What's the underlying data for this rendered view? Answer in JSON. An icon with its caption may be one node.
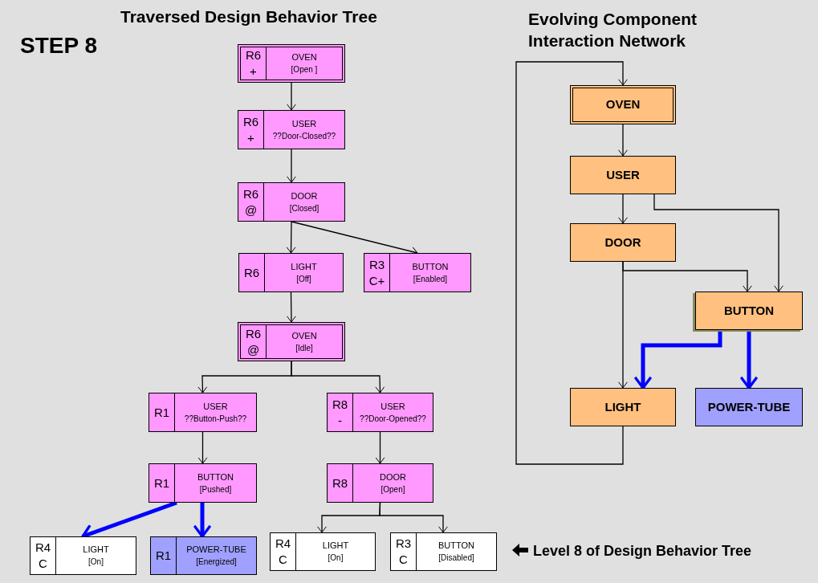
{
  "diagram": {
    "nodes": [
      {
        "text": [
          "R6 +",
          "OVEN",
          "[Open ]"
        ]
      },
      {
        "text": [
          "R6 +",
          "USER",
          "??Door-Closed??"
        ]
      },
      {
        "text": [
          "R6 @",
          "DOOR",
          "[Closed]"
        ]
      },
      {
        "text": [
          "R6",
          "LIGHT",
          "[Off]"
        ]
      },
      {
        "text": [
          "R3 C+",
          "BUTTON",
          "[Enabled]"
        ]
      },
      {
        "text": [
          "R6 @",
          "OVEN",
          "[Idle]"
        ]
      },
      {
        "text": [
          "R1",
          "USER",
          "??Button-Push??"
        ]
      },
      {
        "text": [
          "R8 -",
          "USER",
          "??Door-Opened??"
        ]
      },
      {
        "text": [
          "R1",
          "BUTTON",
          "[Pushed]"
        ]
      },
      {
        "text": [
          "R8",
          "DOOR",
          "[Open]"
        ]
      },
      {
        "text": [
          "R4 C",
          "LIGHT",
          "[On]"
        ]
      },
      {
        "text": [
          "R1",
          "POWER-TUBE",
          "[Energized]"
        ]
      },
      {
        "text": [
          "R4 C",
          "LIGHT",
          "[On]"
        ]
      },
      {
        "text": [
          "R3 C",
          "BUTTON",
          "[Disabled]"
        ]
      },
      {
        "text": [
          "OVEN"
        ]
      },
      {
        "text": [
          "USER"
        ]
      },
      {
        "text": [
          "DOOR"
        ]
      },
      {
        "text": [
          "BUTTON"
        ]
      },
      {
        "text": [
          "LIGHT"
        ]
      },
      {
        "text": [
          "POWER-TUBE"
        ]
      }
    ],
    "edges": [
      {
        "from": 0,
        "to": 1,
        "arrow": "to"
      },
      {
        "from": 1,
        "to": 2,
        "arrow": "to"
      },
      {
        "from": 2,
        "to": 3,
        "arrow": "to"
      },
      {
        "from": 2,
        "to": 4,
        "arrow": "to"
      },
      {
        "from": 3,
        "to": 5,
        "arrow": "to"
      },
      {
        "from": 5,
        "to": 6,
        "arrow": "to"
      },
      {
        "from": 5,
        "to": 7,
        "arrow": "to"
      },
      {
        "from": 6,
        "to": 8,
        "arrow": "to"
      },
      {
        "from": 7,
        "to": 9,
        "arrow": "to"
      },
      {
        "from": 8,
        "to": 10,
        "arrow": "to",
        "style": "thick",
        "color": "#0000ff"
      },
      {
        "from": 8,
        "to": 11,
        "arrow": "to",
        "style": "thick",
        "color": "#0000ff"
      },
      {
        "from": 9,
        "to": 12,
        "arrow": "to"
      },
      {
        "from": 9,
        "to": 13,
        "arrow": "to"
      },
      {
        "from": 14,
        "to": 15,
        "arrow": "to"
      },
      {
        "from": 15,
        "to": 16,
        "arrow": "to"
      },
      {
        "from": 15,
        "to": 17,
        "arrow": "to"
      },
      {
        "from": 16,
        "to": 18,
        "arrow": "to"
      },
      {
        "from": 16,
        "to": 17,
        "arrow": "to"
      },
      {
        "from": 17,
        "to": 18,
        "arrow": "to",
        "style": "thick",
        "color": "#0000ff"
      },
      {
        "from": 17,
        "to": 19,
        "arrow": "to",
        "style": "thick",
        "color": "#0000ff"
      },
      {
        "from": 18,
        "to": 14,
        "arrow": "to"
      }
    ],
    "labels": [
      "Traversed Design Behavior Tree",
      "Evolving Component Interaction Network",
      "STEP 8",
      "Level 8 of Design Behavior Tree"
    ]
  }
}
